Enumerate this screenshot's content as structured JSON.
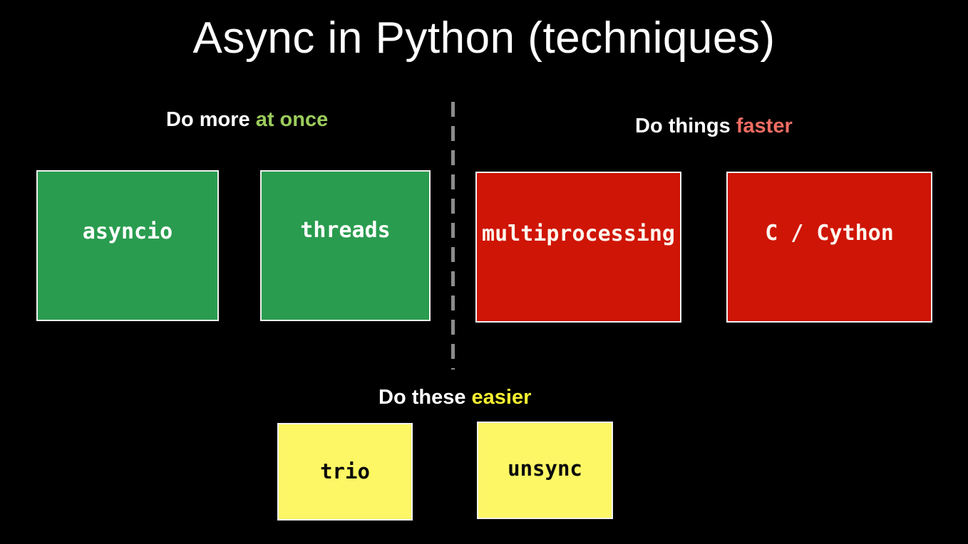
{
  "slide": {
    "title": "Async in Python (techniques)",
    "background_color": "#000000"
  },
  "sections": {
    "left": {
      "heading_plain": "Do more ",
      "heading_accent": "at once",
      "accent_color": "#9ccc5c"
    },
    "right": {
      "heading_plain": "Do things ",
      "heading_accent": "faster",
      "accent_color": "#f26d63"
    },
    "bottom": {
      "heading_plain": "Do these ",
      "heading_accent": "easier",
      "accent_color": "#f5ef31"
    }
  },
  "divider": {
    "name": "vertical-dashed-divider",
    "color": "#8c8c8c"
  },
  "boxes": {
    "left": [
      {
        "label": "asyncio",
        "fill": "#2a9c4f",
        "text_color": "#ffffff",
        "border_color": "#f2f2f2"
      },
      {
        "label": "threads",
        "fill": "#2a9c4f",
        "text_color": "#ffffff",
        "border_color": "#f2f2f2"
      }
    ],
    "right": [
      {
        "label": "multiprocessing",
        "fill": "#cf1505",
        "text_color": "#fdf6ee",
        "border_color": "#f2f2f2"
      },
      {
        "label": "C / Cython",
        "fill": "#cf1505",
        "text_color": "#fdf6ee",
        "border_color": "#f2f2f2"
      }
    ],
    "bottom": [
      {
        "label": "trio",
        "fill": "#fdf765",
        "text_color": "#0b0b0b",
        "border_color": "#f2f2f2"
      },
      {
        "label": "unsync",
        "fill": "#fdf765",
        "text_color": "#0b0b0b",
        "border_color": "#f2f2f2"
      }
    ]
  }
}
